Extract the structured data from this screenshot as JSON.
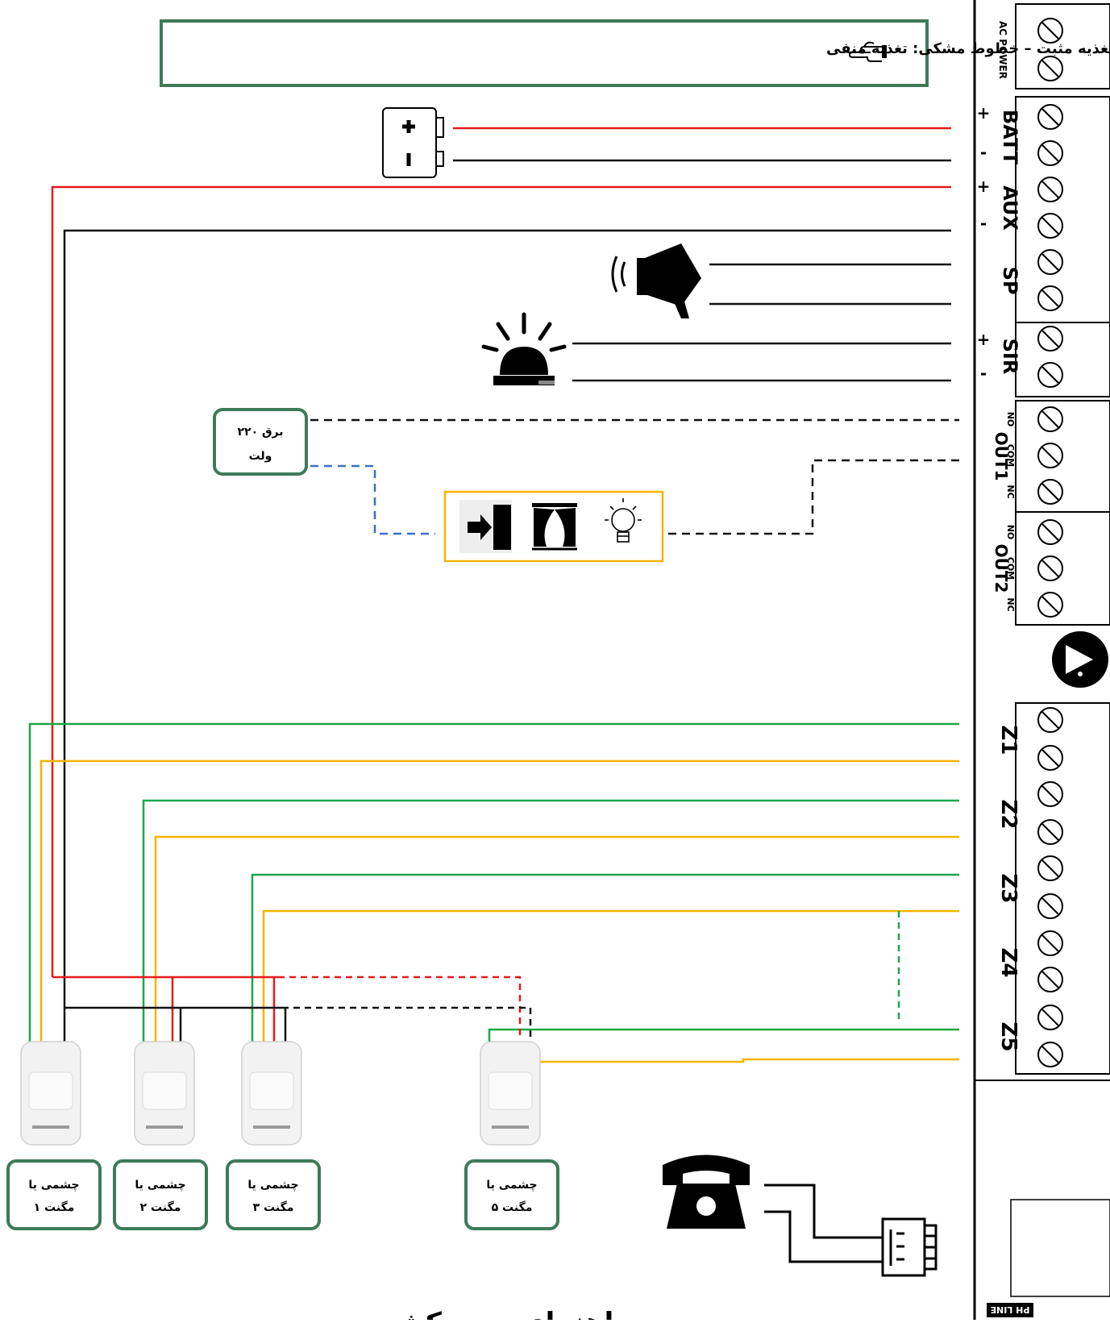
{
  "legend_text": "خطوط سبز و زرد: سیگنال – خطوط قرمز: تغذیه مثبت – خطوط مشکی: تغذیه منفی",
  "power_label_line1": "برق ۲۲۰",
  "power_label_line2": "ولت",
  "sensors": [
    {
      "line1": "چشمی یا",
      "line2": "مگنت ۱"
    },
    {
      "line1": "چشمی یا",
      "line2": "مگنت ۲"
    },
    {
      "line1": "چشمی یا",
      "line2": "مگنت ۳"
    },
    {
      "line1": "چشمی یا",
      "line2": "مگنت ۵"
    }
  ],
  "terminals": {
    "ac_power": "AC POWER",
    "batt": "BATT",
    "aux": "AUX",
    "sp": "SP",
    "sir": "SIR",
    "out1": "OUT1",
    "out2": "OUT2",
    "no": "NO",
    "com": "COM",
    "nc": "NC",
    "zones": [
      "Z1",
      "Z2",
      "Z3",
      "Z4",
      "Z5"
    ],
    "ph_line": "PH LINE",
    "plus": "+",
    "minus": "-"
  },
  "footer_title": "راهنمای سیم کشی",
  "colors": {
    "signal_green": "#1aa84a",
    "signal_yellow": "#f5b400",
    "positive_red": "#e41b1b",
    "negative_black": "#111111",
    "box_border": "#3d7a5a",
    "device_border": "#f5b400",
    "dash_blue": "#3b6fc4"
  },
  "icons": [
    "pointing-hand-icon",
    "battery-icon",
    "speaker-icon",
    "siren-icon",
    "door-icon",
    "curtain-icon",
    "bulb-icon",
    "telephone-icon",
    "phone-jack-icon",
    "logo-icon"
  ]
}
